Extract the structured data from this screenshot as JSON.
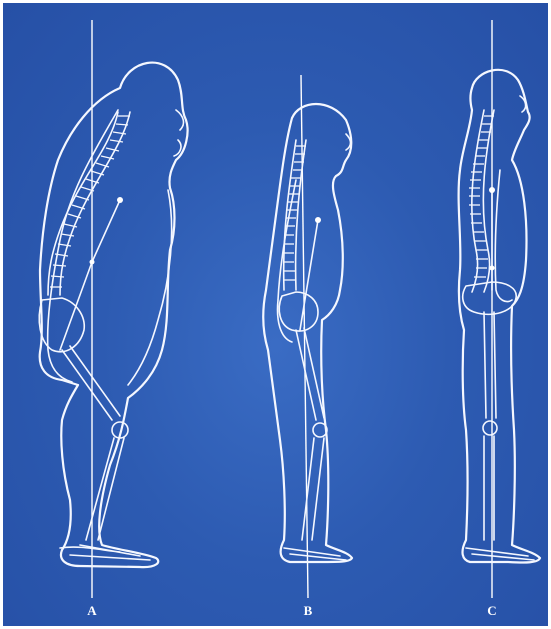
{
  "figures": [
    {
      "id": "A",
      "label": "A"
    },
    {
      "id": "B",
      "label": "B"
    },
    {
      "id": "C",
      "label": "C"
    }
  ],
  "colors": {
    "background": "#2d5bb2",
    "line": "#f4f7ff",
    "border": "#ffffff"
  }
}
